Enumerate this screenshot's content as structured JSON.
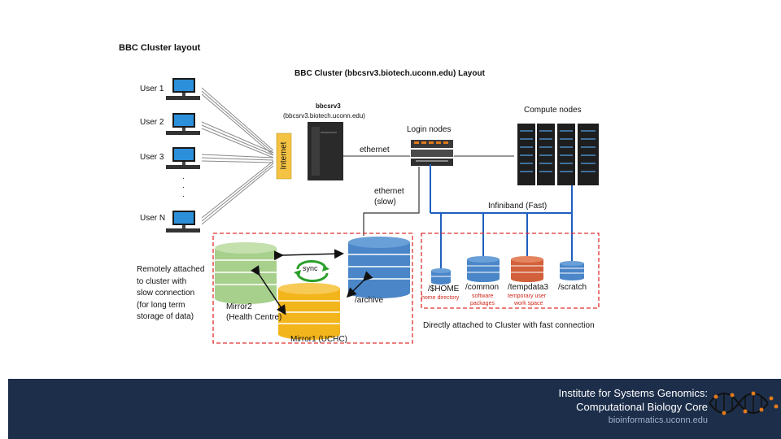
{
  "slide": {
    "heading": "BBC Cluster layout",
    "diagram_title": "BBC Cluster (bbcsrv3.biotech.uconn.edu)  Layout"
  },
  "users": [
    "User 1",
    "User 2",
    "User 3",
    "User N"
  ],
  "ellipsis": ".\n.\n.",
  "internet_label": "Internet",
  "server": {
    "name": "bbcsrv3",
    "host": "(bbcsrv3.biotech.uconn.edu)"
  },
  "links": {
    "ethernet": "ethernet",
    "ethernet_slow_1": "ethernet",
    "ethernet_slow_2": "(slow)",
    "infiniband": "Infiniband (Fast)"
  },
  "login_nodes": "Login nodes",
  "compute_nodes": "Compute nodes",
  "remote": {
    "description": [
      "Remotely attached",
      "to cluster with",
      "slow connection",
      "(for long term",
      "storage of data)"
    ],
    "sync": "sync",
    "mirror2": [
      "Mirror2",
      "(Health Centre)"
    ],
    "mirror1": "Mirror1 (UCHC)",
    "archive": "/archive"
  },
  "direct": {
    "storage": [
      {
        "path": "/$HOME",
        "caption": [
          "home directory"
        ],
        "color": "#4a86c8"
      },
      {
        "path": "/common",
        "caption": [
          "software",
          "packages"
        ],
        "color": "#4a86c8"
      },
      {
        "path": "/tempdata3",
        "caption": [
          "temporary user",
          "work space"
        ],
        "color": "#d2603a"
      },
      {
        "path": "/scratch",
        "caption": [],
        "color": "#4a86c8"
      }
    ],
    "caption": "Directly attached to Cluster with  fast connection"
  },
  "colors": {
    "green": "#a8d08d",
    "yellow": "#f3b51c",
    "blue": "#4a86c8",
    "orange": "#d2603a",
    "dashed": "#e03030",
    "footer": "#1c2e4a",
    "infiniband": "#1f5fbf"
  },
  "footer": {
    "line1": "Institute for Systems Genomics:",
    "line2": "Computational Biology Core",
    "line3": "bioinformatics.uconn.edu"
  }
}
